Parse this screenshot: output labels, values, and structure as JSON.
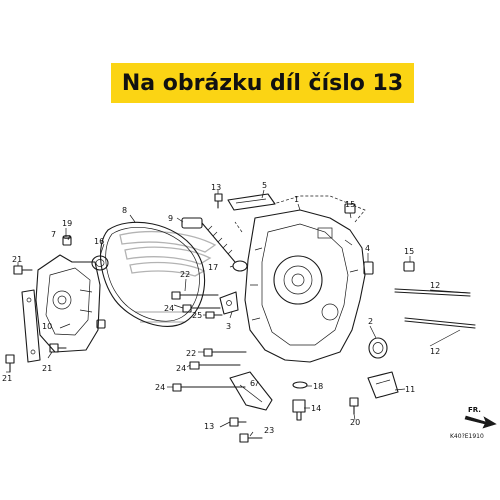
{
  "banner": {
    "text": "Na obrázku díl číslo 13",
    "color": "#fbd414"
  },
  "diagram": {
    "callouts": {
      "c1": "1",
      "c2": "2",
      "c3": "3",
      "c4": "4",
      "c5": "5",
      "c6": "6",
      "c7": "7",
      "c8": "8",
      "c9": "9",
      "c10": "10",
      "c11": "11",
      "c12a": "12",
      "c12b": "12",
      "c13a": "13",
      "c13b": "13",
      "c14": "14",
      "c15a": "15",
      "c15b": "15",
      "c16": "16",
      "c17": "17",
      "c18": "18",
      "c19": "19",
      "c20": "20",
      "c21a": "21",
      "c21b": "21",
      "c21c": "21",
      "c22a": "22",
      "c22b": "22",
      "c23": "23",
      "c24a": "24",
      "c24b": "24",
      "c24c": "24",
      "c25": "25"
    },
    "direction_label": "FR.",
    "diagram_code": "K40?E1910"
  }
}
